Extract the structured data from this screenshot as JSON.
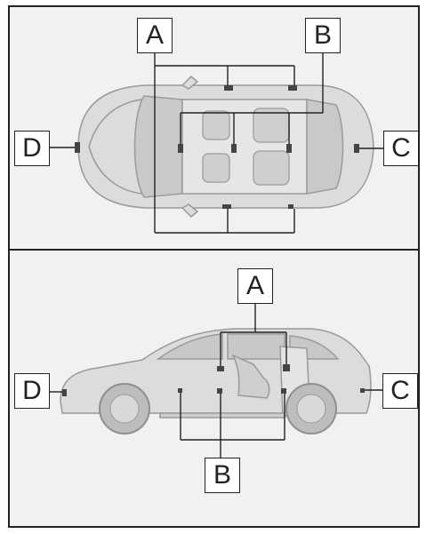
{
  "labels": {
    "top": {
      "a": "A",
      "b": "B",
      "c": "C",
      "d": "D"
    },
    "side": {
      "a": "A",
      "b": "B",
      "c": "C",
      "d": "D"
    }
  },
  "colors": {
    "line": "#222222",
    "car_fill": "#dcdcdc",
    "car_stroke": "#9a9a9a",
    "sensor": "#444444"
  }
}
